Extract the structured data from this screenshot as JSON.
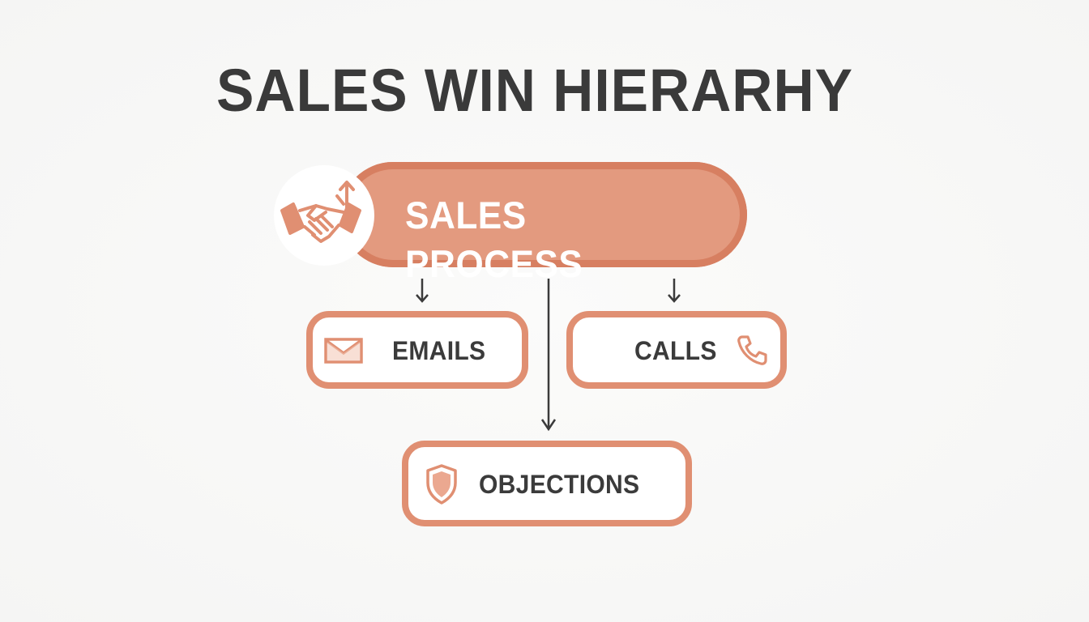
{
  "title": "SALES WIN HIERARHY",
  "root": {
    "label": "SALES PROCESS",
    "icon": "handshake-icon"
  },
  "children": [
    {
      "label": "EMAILS",
      "icon": "envelope-icon"
    },
    {
      "label": "CALLS",
      "icon": "phone-icon"
    },
    {
      "label": "OBJECTIONS",
      "icon": "shield-icon"
    }
  ],
  "colors": {
    "accent": "#e08f72",
    "accent_dark": "#d77f61",
    "text": "#3a3a3a",
    "background": "#f7f7f6"
  }
}
